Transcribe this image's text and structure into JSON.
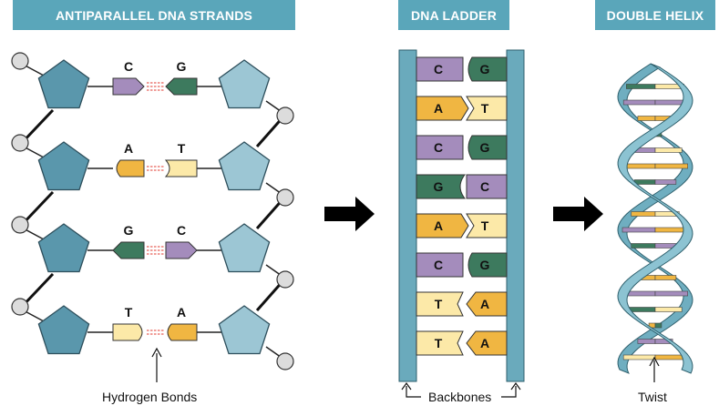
{
  "headers": {
    "strands": "ANTIPARALLEL DNA STRANDS",
    "ladder": "DNA LADDER",
    "helix": "DOUBLE HELIX"
  },
  "labels": {
    "hydrogen_bonds": "Hydrogen Bonds",
    "backbones": "Backbones",
    "twist": "Twist"
  },
  "strand_pairs": [
    {
      "left": "C",
      "right": "G"
    },
    {
      "left": "A",
      "right": "T"
    },
    {
      "left": "G",
      "right": "C"
    },
    {
      "left": "T",
      "right": "A"
    }
  ],
  "ladder_pairs": [
    {
      "left": "C",
      "right": "G"
    },
    {
      "left": "A",
      "right": "T"
    },
    {
      "left": "C",
      "right": "G"
    },
    {
      "left": "G",
      "right": "C"
    },
    {
      "left": "A",
      "right": "T"
    },
    {
      "left": "C",
      "right": "G"
    },
    {
      "left": "T",
      "right": "A"
    },
    {
      "left": "T",
      "right": "A"
    }
  ],
  "colors": {
    "header": "#5aa6ba",
    "sugar_dark": "#5a97ac",
    "sugar_light": "#9cc6d4",
    "backbone": "#6aaabc",
    "helix": "#8cc3d2",
    "C": "#a48cbc",
    "G": "#3d7a5e",
    "A": "#f0b642",
    "T": "#fce9a8",
    "bond": "#e23a2f",
    "arrow": "#000000"
  }
}
